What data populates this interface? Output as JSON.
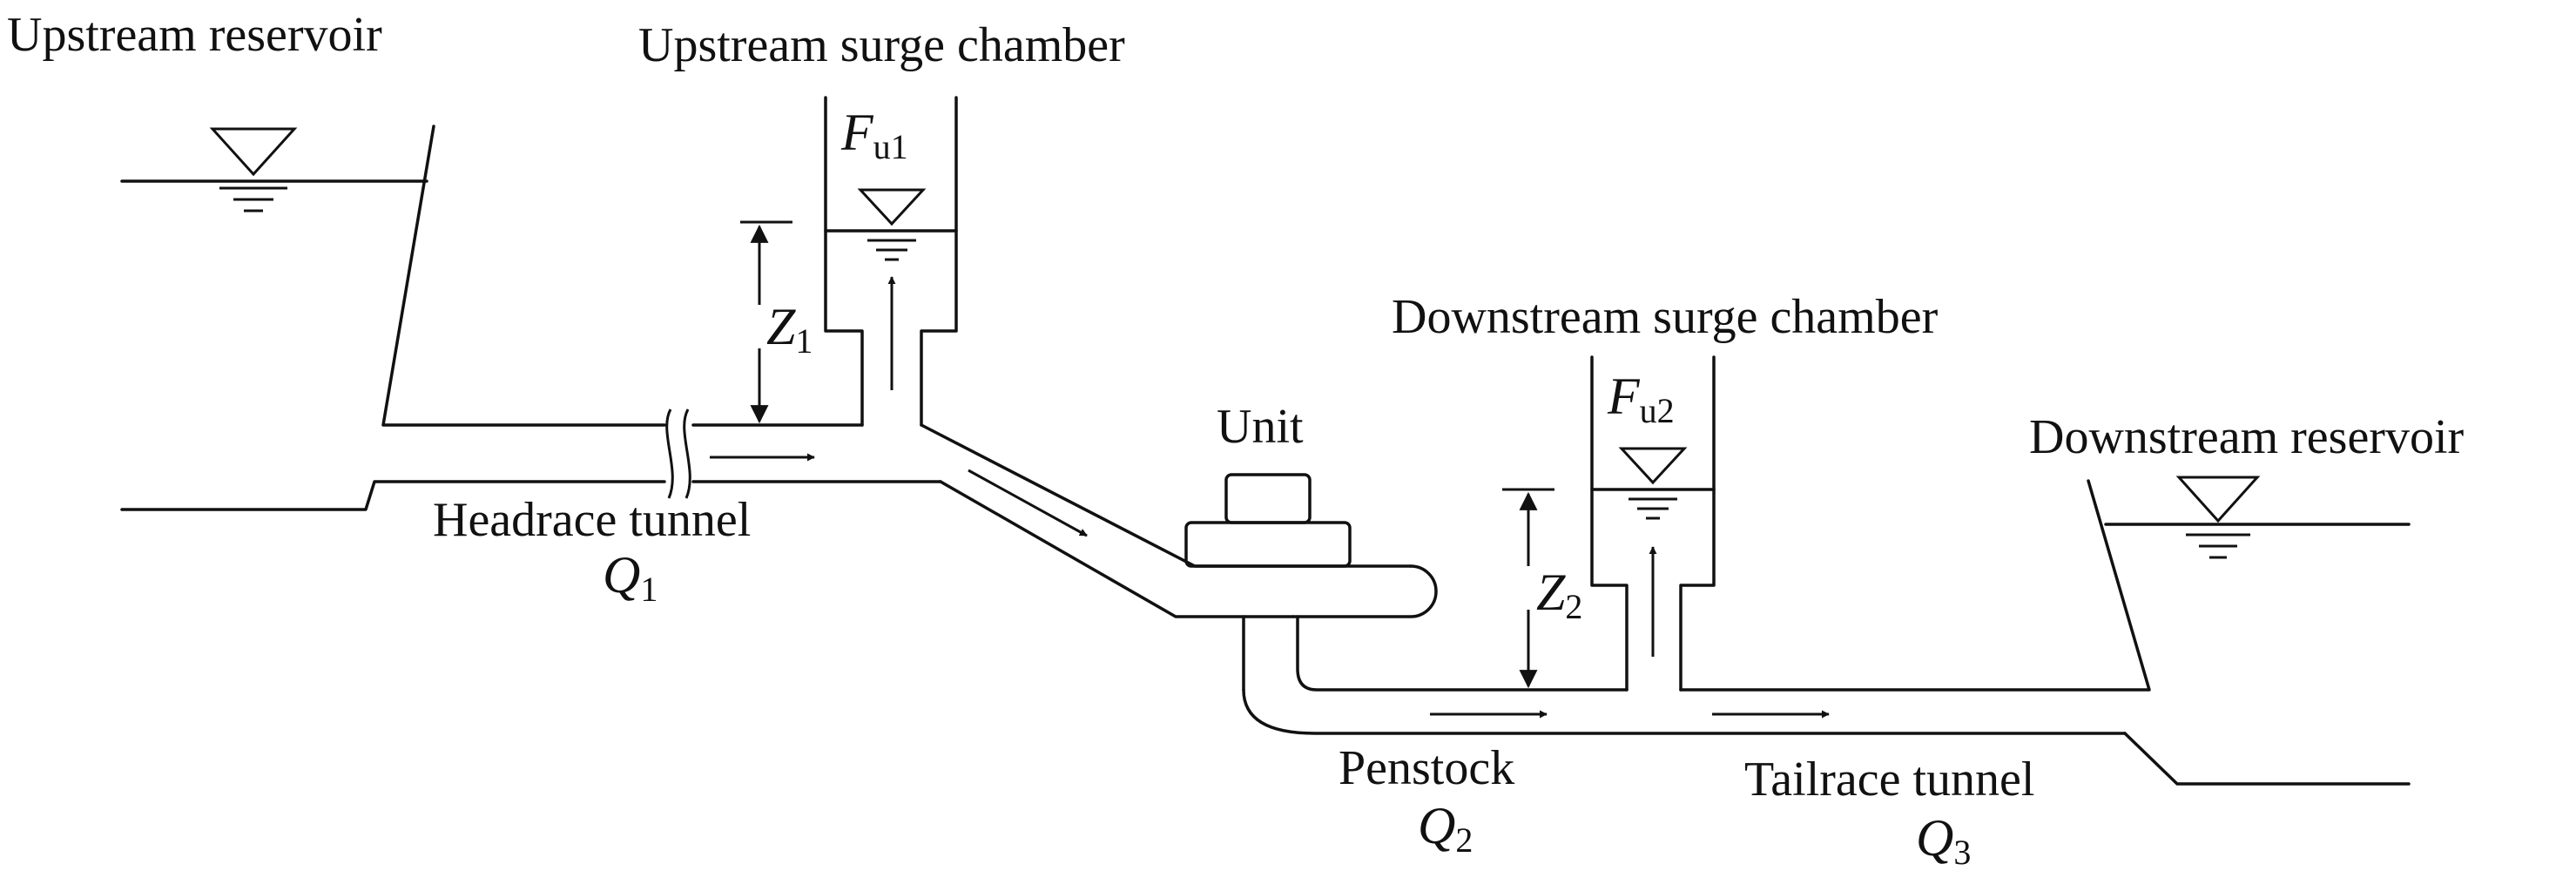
{
  "labels": {
    "upstream_reservoir": "Upstream reservoir",
    "upstream_surge_chamber": "Upstream surge chamber",
    "downstream_surge_chamber": "Downstream surge chamber",
    "downstream_reservoir": "Downstream reservoir",
    "unit": "Unit",
    "headrace_tunnel": "Headrace tunnel",
    "penstock": "Penstock",
    "tailrace_tunnel": "Tailrace tunnel"
  },
  "symbols": {
    "F_u1": {
      "main": "F",
      "sub": "u1"
    },
    "F_u2": {
      "main": "F",
      "sub": "u2"
    },
    "Z_1": {
      "main": "Z",
      "sub": "1"
    },
    "Z_2": {
      "main": "Z",
      "sub": "2"
    },
    "Q_1": {
      "main": "Q",
      "sub": "1"
    },
    "Q_2": {
      "main": "Q",
      "sub": "2"
    },
    "Q_3": {
      "main": "Q",
      "sub": "3"
    }
  }
}
